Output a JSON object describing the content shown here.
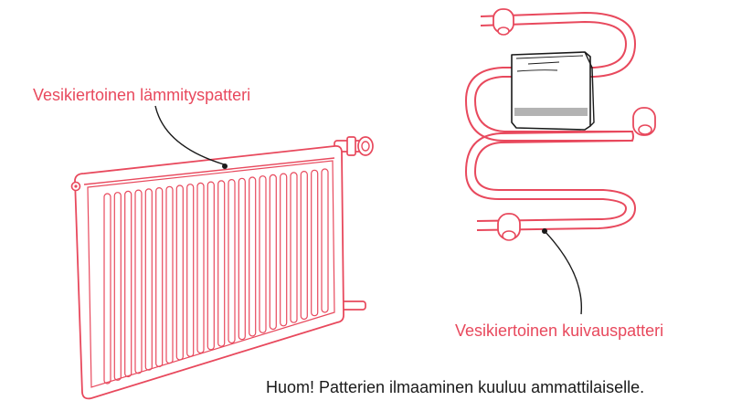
{
  "labels": {
    "radiator": "Vesikiertoinen lämmityspatteri",
    "towel_dryer": "Vesikiertoinen kuivauspatteri"
  },
  "note": "Huom! Patterien ilmaaminen kuuluu ammattilaiselle.",
  "colors": {
    "accent": "#e8495d",
    "line": "#1a1a1a",
    "towel": "#ffffff",
    "towel_stripe": "#b3b3b3"
  }
}
